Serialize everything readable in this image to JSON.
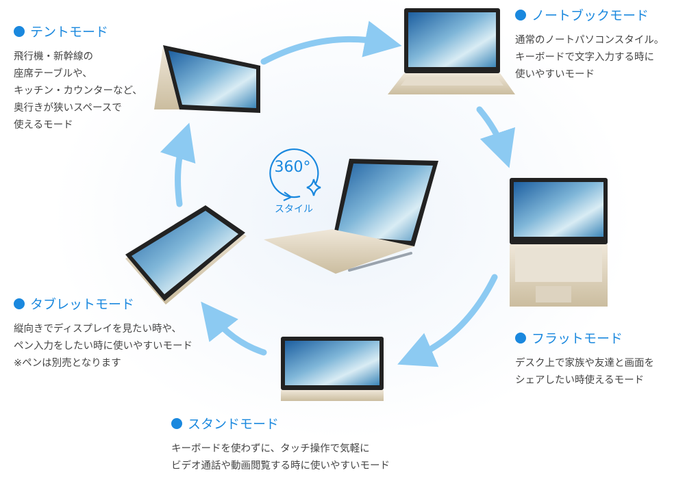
{
  "center": {
    "badge": "360°",
    "label": "スタイル"
  },
  "modes": [
    {
      "title": "テントモード",
      "lines": [
        "飛行機・新幹線の",
        "座席テーブルや、",
        "キッチン・カウンターなど、",
        "奥行きが狭いスペースで",
        "使えるモード"
      ]
    },
    {
      "title": "ノートブックモード",
      "lines": [
        "通常のノートパソコンスタイル。",
        "キーボードで文字入力する時に",
        "使いやすいモード"
      ]
    },
    {
      "title": "フラットモード",
      "lines": [
        "デスク上で家族や友達と画面を",
        "シェアしたい時使えるモード"
      ]
    },
    {
      "title": "スタンドモード",
      "lines": [
        "キーボードを使わずに、タッチ操作で気軽に",
        "ビデオ通話や動画閲覧する時に使いやすいモード"
      ]
    },
    {
      "title": "タブレットモード",
      "lines": [
        "縦向きでディスプレイを見たい時や、",
        "ペン入力をしたい時に使いやすいモード",
        "※ペンは別売となります"
      ]
    }
  ],
  "colors": {
    "accent": "#1a88de",
    "arrow": "#8ccaf2",
    "body": "#d9cfbd"
  }
}
